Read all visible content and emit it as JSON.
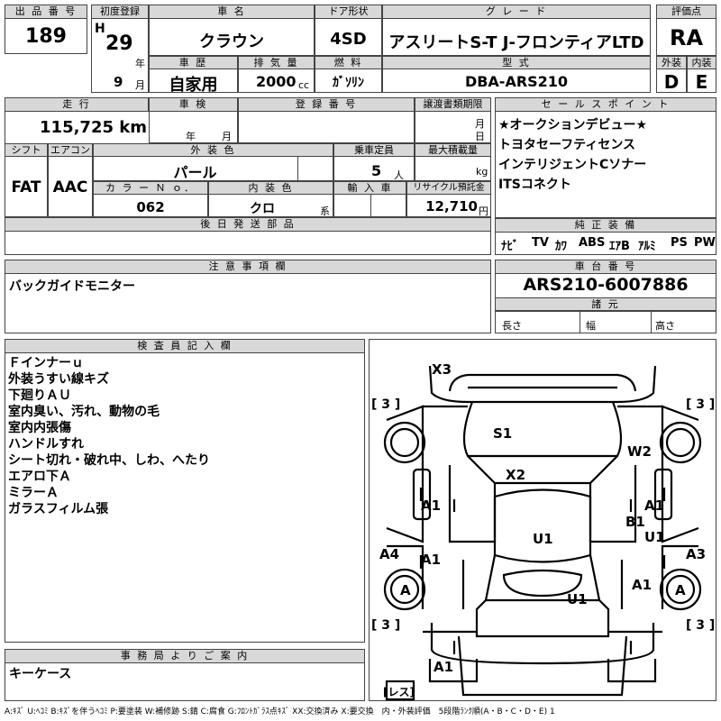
{
  "top": {
    "lot_no_label": "出 品 番 号",
    "lot_no": "189",
    "first_reg_label": "初度登録",
    "era": "H",
    "year": "29",
    "year_unit": "年",
    "month": "9",
    "month_unit": "月",
    "car_name_label": "車 名",
    "car_name": "クラウン",
    "door_label": "ドア形状",
    "door": "4SD",
    "grade_label": "グ レ ー ド",
    "grade": "アスリートS-T J-フロンティアLTD",
    "score_label": "評価点",
    "score": "RA",
    "history_label": "車 歴",
    "history": "自家用",
    "displacement_label": "排 気 量",
    "displacement": "2000",
    "displacement_unit": "cc",
    "fuel_label": "燃 料",
    "fuel": "ｶﾞｿﾘﾝ",
    "model_label": "型 式",
    "model": "DBA-ARS210",
    "exterior_label": "外装",
    "exterior": "D",
    "interior_label": "内装",
    "interior": "E"
  },
  "row2": {
    "mileage_label": "走 行",
    "mileage": "115,725 km",
    "inspection_label": "車 検",
    "inspection_year_unit": "年",
    "inspection_month_unit": "月",
    "reg_no_label": "登 録 番 号",
    "transfer_label": "譲渡書類期限",
    "transfer_month_unit": "月",
    "transfer_day_unit": "日",
    "shift_label": "シフト",
    "shift": "FAT",
    "ac_label": "エアコン",
    "ac": "AAC",
    "color_label": "外 装 色",
    "color": "パール",
    "capacity_label": "乗車定員",
    "capacity": "5",
    "capacity_unit": "人",
    "max_load_label": "最大積載量",
    "max_load_unit": "kg",
    "color_no_label": "カ ラ ー Ｎ ｏ．",
    "color_no": "062",
    "interior_color_label": "内 装 色",
    "interior_color": "クロ",
    "interior_color_unit": "系",
    "import_label": "輸 入 車",
    "recycle_label": "リサイクル預託金",
    "recycle": "12,710",
    "recycle_unit": "円",
    "parts_label": "後 日 発 送 部 品"
  },
  "sales": {
    "label": "セ ー ル ス ポ イ ン ト",
    "lines": [
      "★オークションデビュー★",
      "トヨタセーフティセンス",
      "インテリジェントCソナー",
      "ITSコネクト"
    ]
  },
  "equipment": {
    "label": "純 正 装 備",
    "items": [
      "ﾅﾋﾞ",
      "TV",
      "ｶﾜ",
      "ABS",
      "ｴｱB",
      "ｱﾙﾐ",
      "PS",
      "PW"
    ]
  },
  "notes": {
    "label": "注 意 事 項 欄",
    "text": "バックガイドモニター"
  },
  "chassis": {
    "label": "車 台 番 号",
    "number": "ARS210-6007886",
    "specs_label": "諸 元",
    "length_label": "長さ",
    "width_label": "幅",
    "height_label": "高さ"
  },
  "inspector": {
    "label": "検 査 員 記 入 欄",
    "lines": [
      "Ｆインナーｕ",
      "外装うすい線キズ",
      "下廻りＡＵ",
      "室内臭い、汚れ、動物の毛",
      "室内内張傷",
      "ハンドルすれ",
      "シート切れ・破れ中、しわ、へたり",
      "エアロ下Ａ",
      "ミラーＡ",
      "ガラスフィルム張"
    ]
  },
  "diagram": {
    "marks": {
      "x3": "X3",
      "s1": "S1",
      "w2": "W2",
      "x2": "X2",
      "a1_left_front": "A1",
      "a1_right_front": "A1",
      "b1": "B1",
      "u1_right": "U1",
      "u1_center": "U1",
      "a4": "A4",
      "a1_left_rear": "A1",
      "a3": "A3",
      "a_left": "A",
      "a1_right_rear": "A1",
      "a_right": "A",
      "u1_rear": "U1",
      "a1_bottom": "A1"
    },
    "tire_tl": "[ 3 ]",
    "tire_tr": "[ 3 ]",
    "tire_bl": "[ 3 ]",
    "tire_br": "[ 3 ]",
    "spare": "[レス]"
  },
  "office": {
    "label": "事 務 局 よ り ご 案 内",
    "text": "キーケース"
  },
  "legend": "A:ｷｽﾞ U:ﾍｺﾐ B:ｷｽﾞを伴うﾍｺﾐ P:要塗装 W:補修跡 S:錆 C:腐食 G:ﾌﾛﾝﾄｶﾞﾗｽ点ｷｽﾞ XX:交換済み X:要交換　内・外装評価　5段階ﾗﾝｸ順(A・B・C・D・E) 1"
}
